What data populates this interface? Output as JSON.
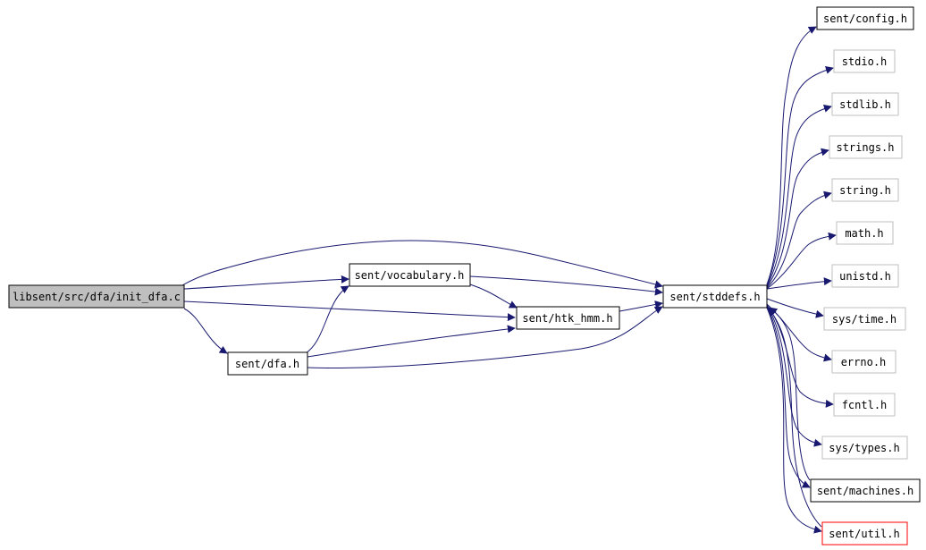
{
  "graph": {
    "colors": {
      "edge": "#191970",
      "root_fill": "#bfbfbf",
      "node_border": "#000000",
      "undocumented_border": "#bfbfbf",
      "highlight_border": "#ff0000"
    },
    "nodes": {
      "init_dfa_c": "libsent/src/dfa/init_dfa.c",
      "vocabulary_h": "sent/vocabulary.h",
      "dfa_h": "sent/dfa.h",
      "htk_hmm_h": "sent/htk_hmm.h",
      "stddefs_h": "sent/stddefs.h",
      "config_h": "sent/config.h",
      "stdio_h": "stdio.h",
      "stdlib_h": "stdlib.h",
      "strings_h": "strings.h",
      "string_h": "string.h",
      "math_h": "math.h",
      "unistd_h": "unistd.h",
      "sys_time_h": "sys/time.h",
      "errno_h": "errno.h",
      "fcntl_h": "fcntl.h",
      "sys_types_h": "sys/types.h",
      "machines_h": "sent/machines.h",
      "util_h": "sent/util.h"
    }
  }
}
